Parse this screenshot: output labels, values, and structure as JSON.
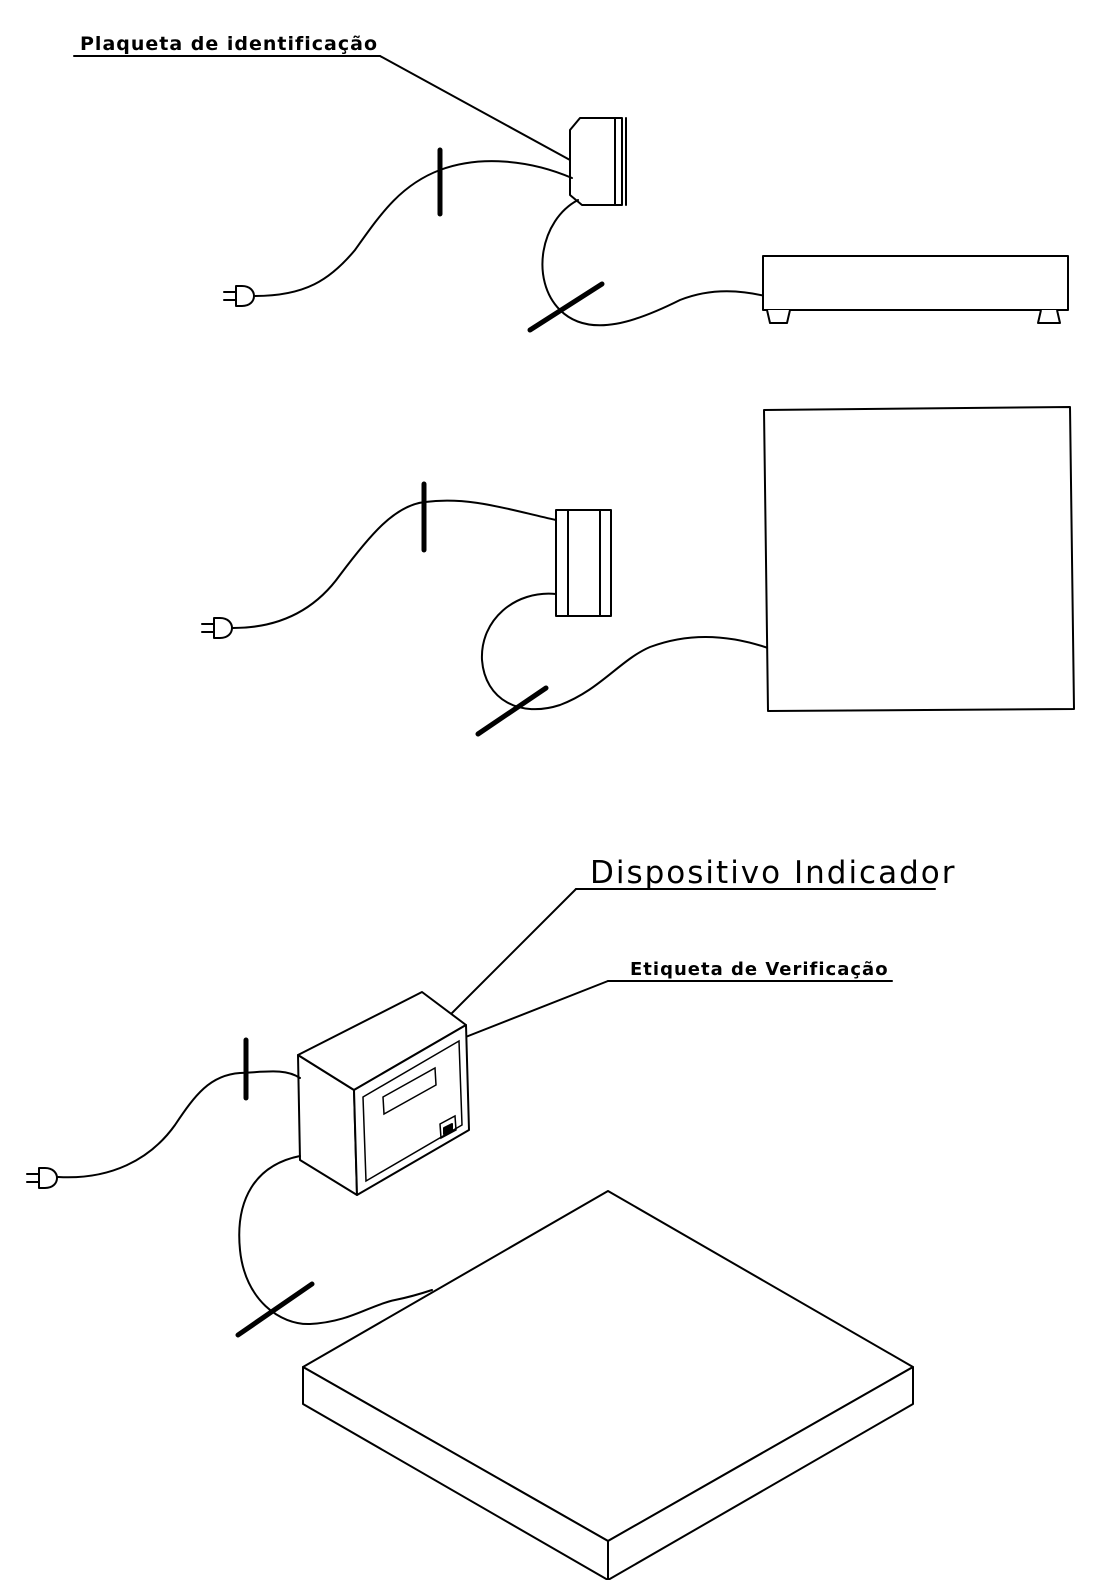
{
  "labels": {
    "plate": "Plaqueta de identificação",
    "indicator": "Dispositivo Indicador",
    "verification": "Etiqueta de Verificação"
  },
  "colors": {
    "line": "#000000",
    "background": "#ffffff"
  },
  "icons": [
    "power-plug-icon"
  ]
}
